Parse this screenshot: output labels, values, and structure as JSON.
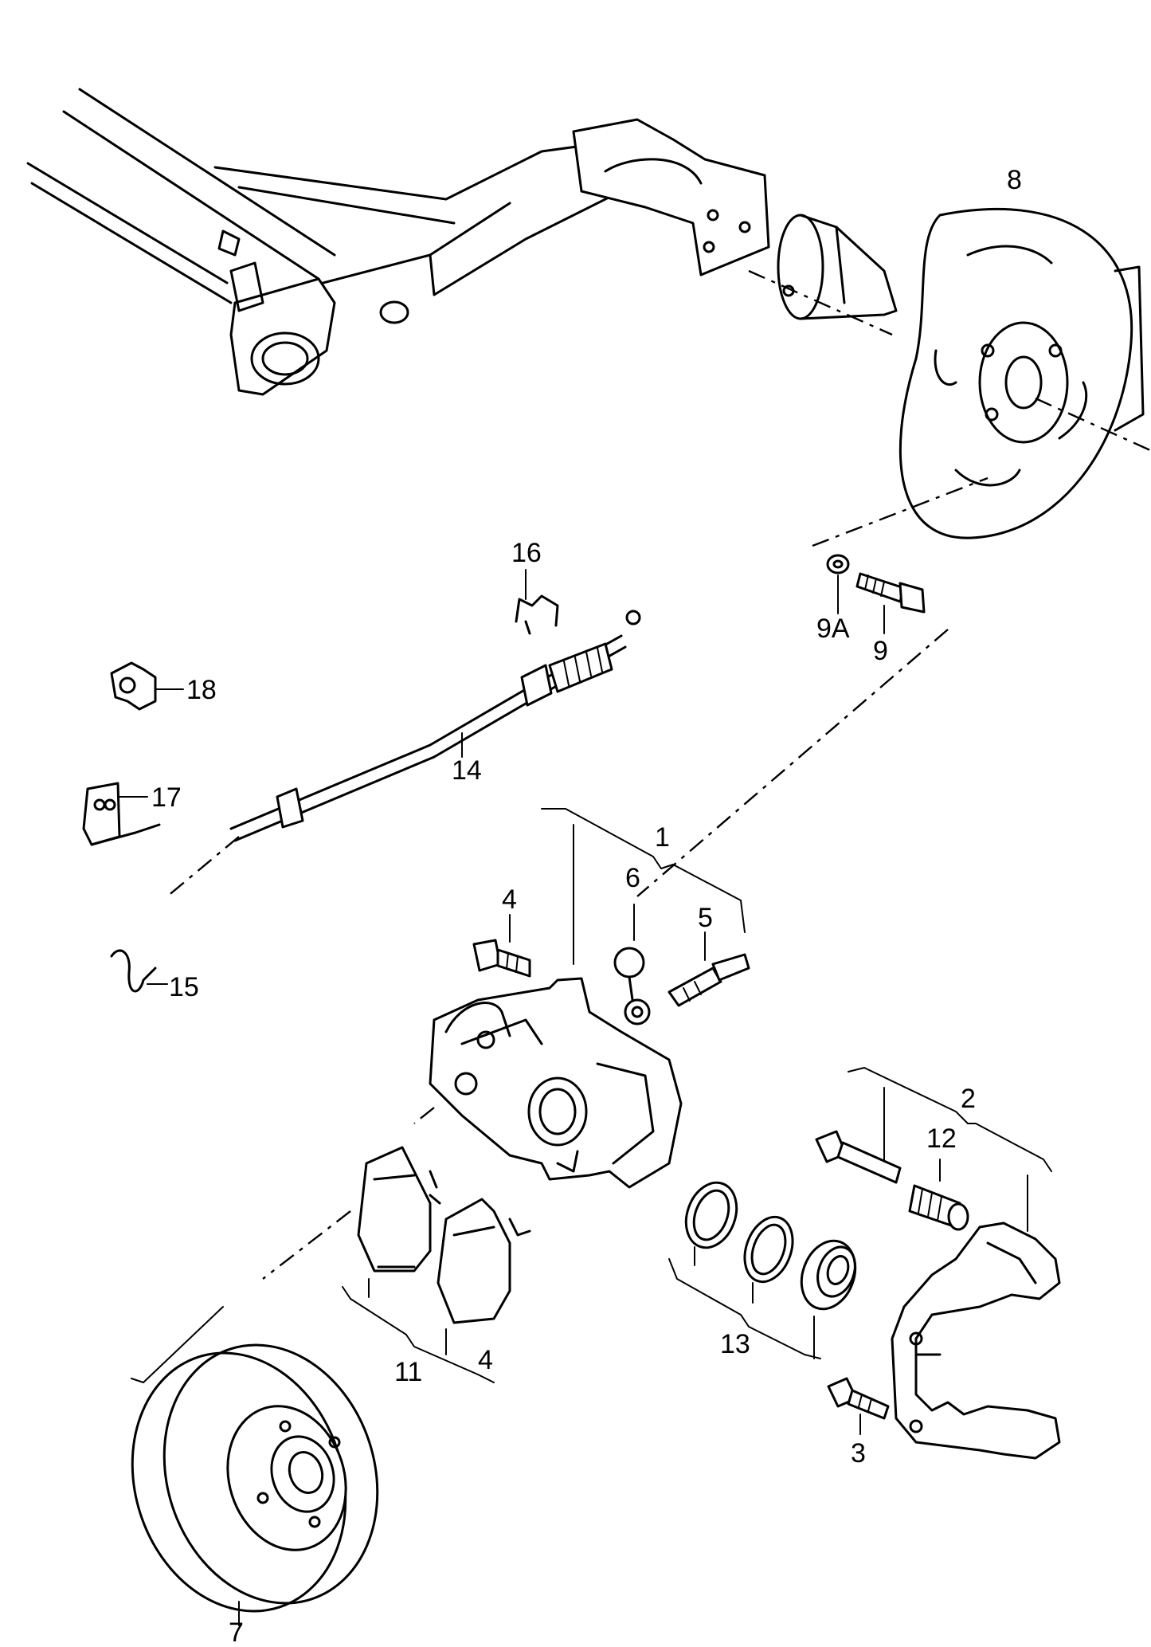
{
  "diagram": {
    "labels": {
      "p1": "1",
      "p2": "2",
      "p3": "3",
      "p4a": "4",
      "p4b": "4",
      "p5": "5",
      "p6": "6",
      "p7": "7",
      "p8": "8",
      "p9": "9",
      "p9a": "9A",
      "p11": "11",
      "p12": "12",
      "p13": "13",
      "p14": "14",
      "p15": "15",
      "p16": "16",
      "p17": "17",
      "p18": "18"
    }
  }
}
